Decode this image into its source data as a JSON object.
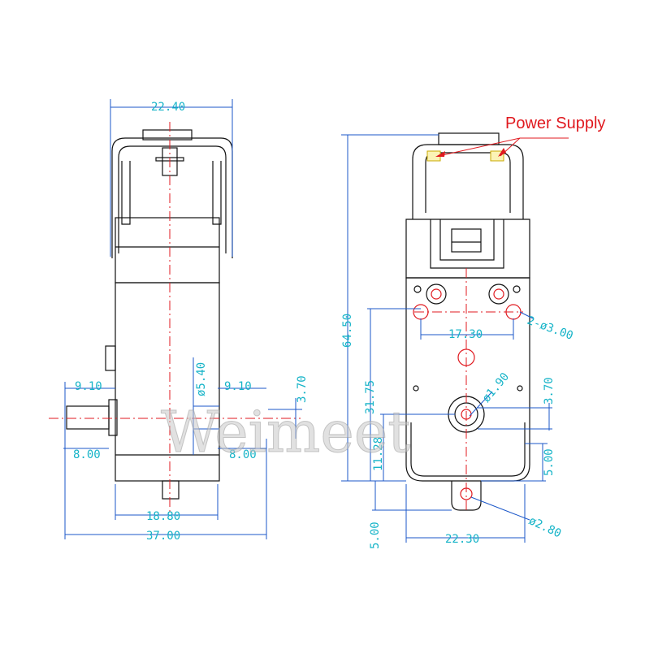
{
  "callouts": {
    "power_supply": "Power Supply"
  },
  "watermark": "Weimeet",
  "side_view_dims": {
    "top_width": "22.40",
    "shaft_left_offset": "9.10",
    "shaft_right_offset": "9.10",
    "shaft_diameter": "ø5.40",
    "shaft_height": "3.70",
    "shaft_left_length": "8.00",
    "shaft_right_length": "8.00",
    "body_width": "18.80",
    "overall_width": "37.00"
  },
  "front_view_dims": {
    "overall_height": "64.50",
    "hole_to_shaft": "31.75",
    "shaft_to_bottom": "11.28",
    "mount_hole_spacing": "17.30",
    "mount_holes": "2-ø3.00",
    "shaft_hole": "ø1.90",
    "shaft_offset": "3.70",
    "bottom_offset": "5.00",
    "tab_offset": "5.00",
    "tab_hole": "ø2.80",
    "bottom_width": "22.30"
  },
  "colors": {
    "dimension_text": "#17b4c8",
    "dimension_line": "#1b57c9",
    "callout": "#e0191f",
    "outline": "#111111"
  }
}
